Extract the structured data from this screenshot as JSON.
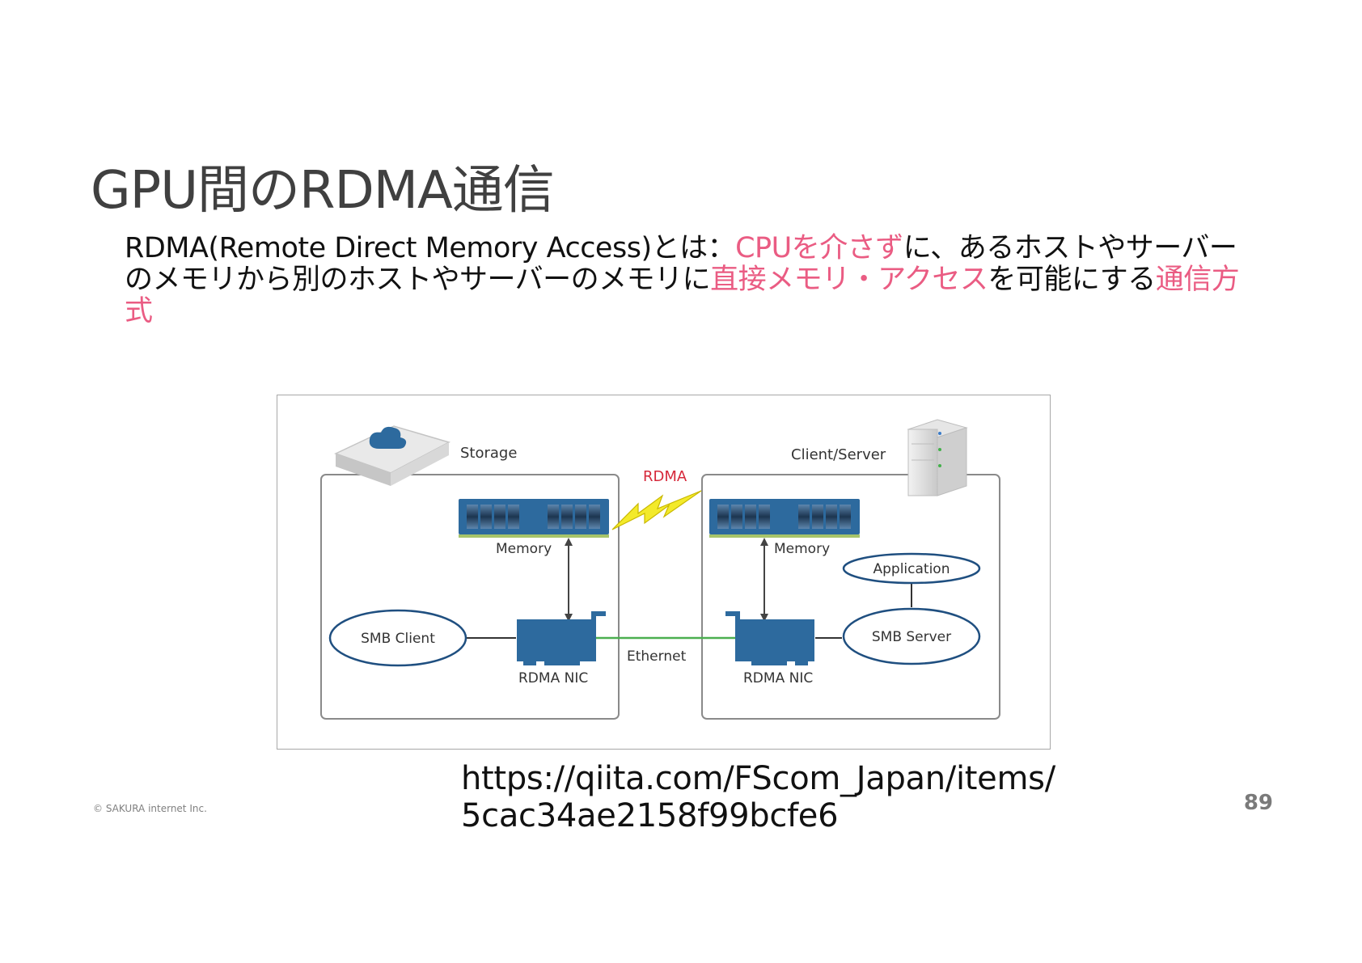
{
  "slide": {
    "title": "GPU間のRDMA通信",
    "copyright": "© SAKURA internet Inc.",
    "page_number": "89"
  },
  "description": {
    "segments": [
      {
        "text": "RDMA(Remote Direct Memory Access)とは：",
        "highlight": false
      },
      {
        "text": "CPUを介さず",
        "highlight": true
      },
      {
        "text": "に、あるホストやサーバーのメモリから別のホストやサーバーのメモリに",
        "highlight": false
      },
      {
        "text": "直接メモリ・アクセス",
        "highlight": true
      },
      {
        "text": "を可能にする",
        "highlight": false
      },
      {
        "text": "通信方式",
        "highlight": true
      }
    ],
    "highlight_color": "#ea5c83"
  },
  "diagram": {
    "storage_label": "Storage",
    "client_server_label": "Client/Server",
    "rdma_label": "RDMA",
    "memory_left_label": "Memory",
    "memory_right_label": "Memory",
    "smb_client_label": "SMB Client",
    "smb_server_label": "SMB Server",
    "application_label": "Application",
    "nic_left_label": "RDMA NIC",
    "nic_right_label": "RDMA NIC",
    "ethernet_label": "Ethernet",
    "colors": {
      "component_blue": "#2d6a9e",
      "rdma_red": "#d6283a",
      "lightning_yellow": "#f3ea2a",
      "ethernet_green": "#4caf50",
      "ellipse_stroke": "#1f4f80",
      "box_stroke": "#8a8a8a"
    },
    "icons": [
      "storage-cloud-icon",
      "server-tower-icon",
      "lightning-icon",
      "memory-module-icon",
      "network-card-icon"
    ]
  },
  "source": {
    "url": "https://qiita.com/FScom_Japan/items/5cac34ae2158f99bcfe6",
    "line1": "https://qiita.com/FScom_Japan/items/",
    "line2": "5cac34ae2158f99bcfe6"
  }
}
